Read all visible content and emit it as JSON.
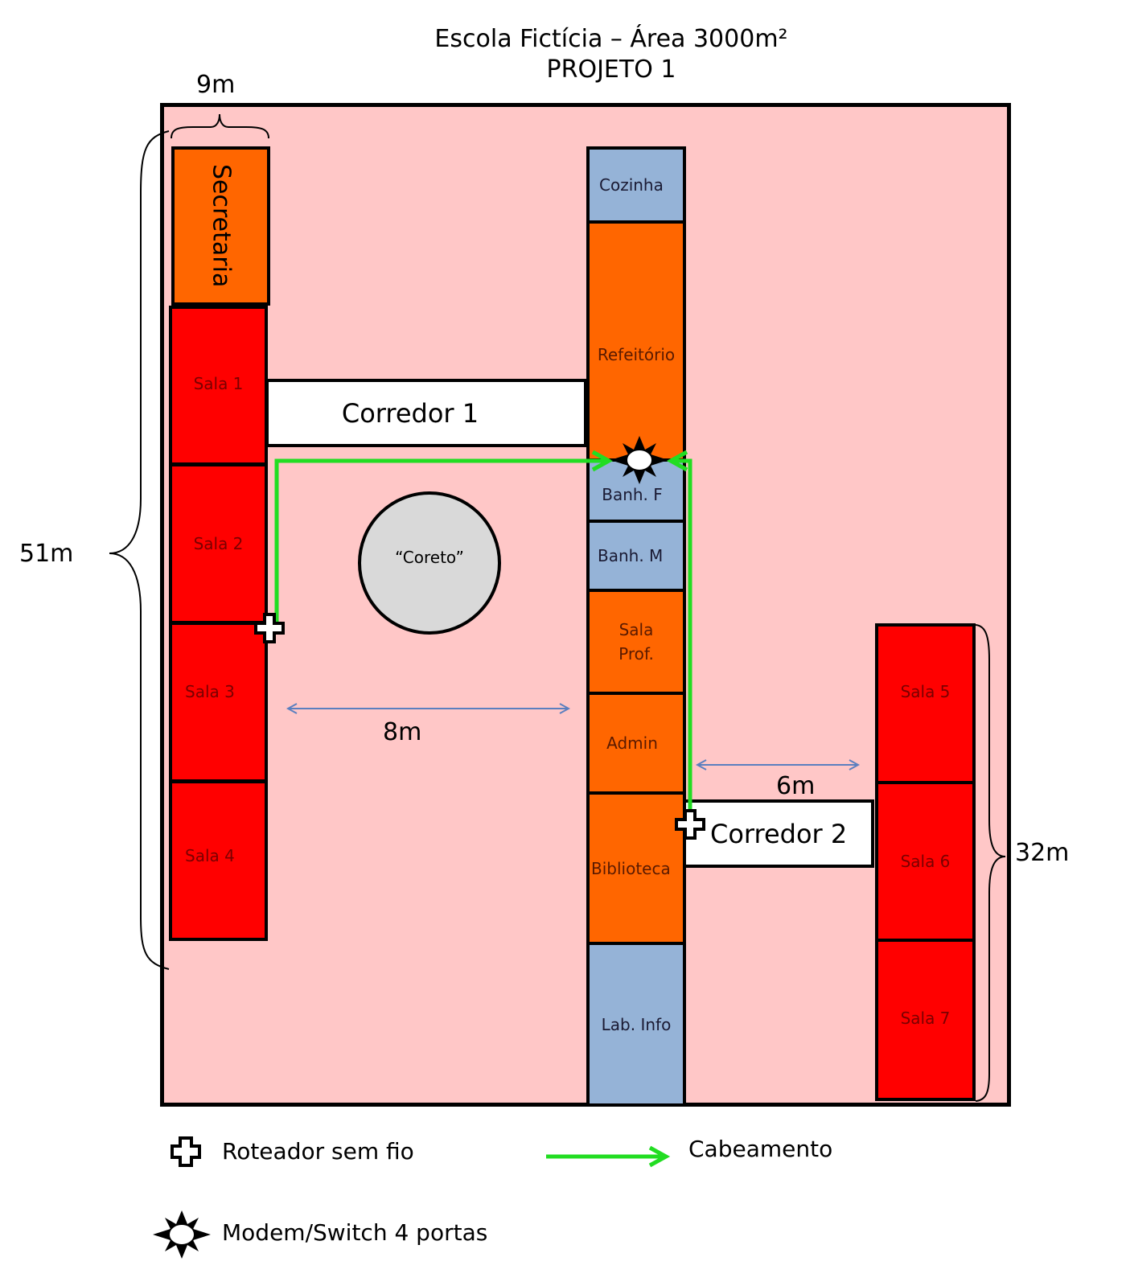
{
  "title": {
    "line1": "Escola Fictícia – Área 3000m²",
    "line2": "PROJETO 1"
  },
  "colors": {
    "site_background": "#ffc7c7",
    "classroom": "#ff0000",
    "service_room": "#ff6600",
    "utility_room": "#95b3d7",
    "corridor": "#ffffff",
    "coreto": "#d9d9d9",
    "cabling": "#22dd22",
    "dimension_arrow": "#5b7fbf"
  },
  "rooms": {
    "secretaria": "Secretaria",
    "sala1": "Sala 1",
    "sala2": "Sala 2",
    "sala3": "Sala 3",
    "sala4": "Sala 4",
    "cozinha": "Cozinha",
    "refeitorio": "Refeitório",
    "banh_f": "Banh. F",
    "banh_m": "Banh. M",
    "sala_prof": "Sala\nProf.",
    "admin": "Admin",
    "biblioteca": "Biblioteca",
    "lab_info": "Lab. Info",
    "sala5": "Sala 5",
    "sala6": "Sala 6",
    "sala7": "Sala 7",
    "corredor1": "Corredor 1",
    "corredor2": "Corredor 2",
    "coreto": "“Coreto”"
  },
  "dimensions": {
    "width_left_block": "9m",
    "height_left_block": "51m",
    "gap_left_center": "8m",
    "gap_center_right": "6m",
    "height_right_block": "32m"
  },
  "legend": {
    "router": {
      "icon": "wireless-router-icon",
      "label": "Roteador sem fio"
    },
    "cabling": {
      "icon": "green-arrow-icon",
      "label": "Cabeamento"
    },
    "switch": {
      "icon": "modem-switch-icon",
      "label": "Modem/Switch 4 portas"
    }
  }
}
